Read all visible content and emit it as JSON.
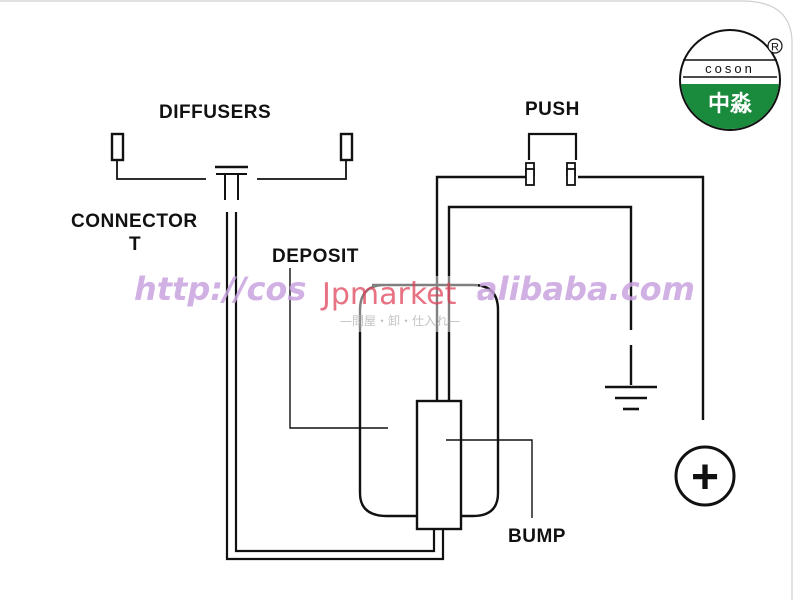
{
  "labels": {
    "diffusers": "DIFFUSERS",
    "connector_line1": "CONNECTOR",
    "connector_line2": "T",
    "deposit": "DEPOSIT",
    "push": "PUSH",
    "bump": "BUMP",
    "plus": "+"
  },
  "logo": {
    "brand": "coson",
    "chinese": "中淼",
    "registered": "R"
  },
  "watermark": {
    "url_left": "http://cos",
    "url_right": "alibaba.com",
    "jp_logo": "Jpmarket",
    "jp_subtitle": "—問屋・卸・仕入れ—"
  },
  "colors": {
    "line": "#111111",
    "logo_green": "#1a8a3c",
    "watermark": "#c9a3e0"
  }
}
